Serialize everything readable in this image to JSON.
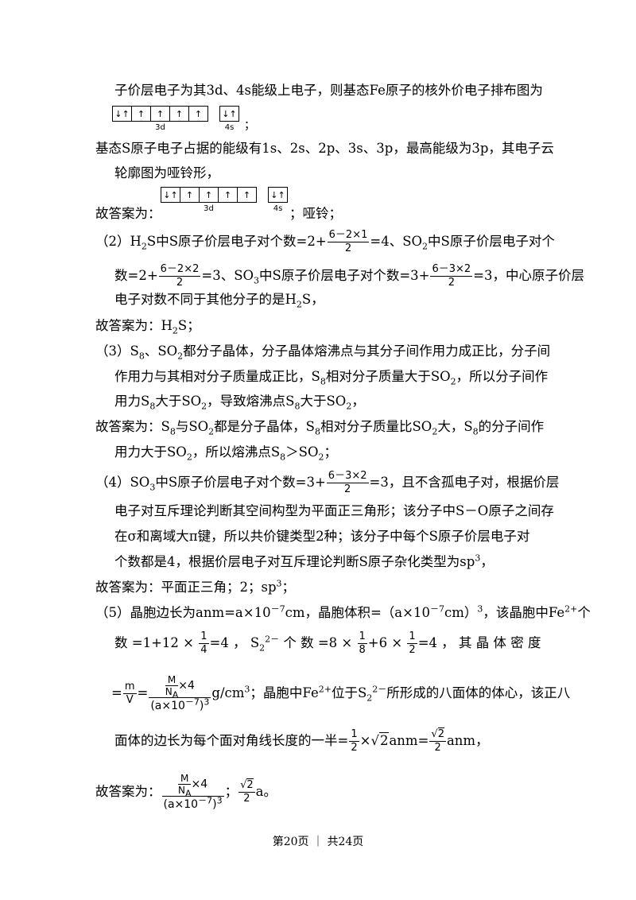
{
  "lines": {
    "l1": "子价层电子为其3d、4s能级上电子，则基态Fe原子的核外价电子排布图为",
    "l1b": "；",
    "l2": "基态S原子电子占据的能级有1s、2s、2p、3s、3p，最高能级为3p，其电子云",
    "l3": "轮廓图为哑铃形，",
    "l4a": "故答案为：",
    "l4b": "；哑铃；",
    "l5a": "（2）H",
    "l5b": "S中S原子价层电子对个数=2+",
    "l5c": "=4、SO",
    "l5d": "中S原子价层电子对个",
    "l6a": "数=2+",
    "l6b": "=3、SO",
    "l6c": "中S原子价层电子对个数=3+",
    "l6d": "=3，中心原子价层",
    "l7a": "电子对数不同于其他分子的是H",
    "l7b": "S，",
    "l8a": "故答案为：H",
    "l8b": "S；",
    "l9a": "（3）S",
    "l9b": "、SO",
    "l9c": "都分子晶体，分子晶体熔沸点与其分子间作用力成正比，分子间",
    "l10a": "作用力与其相对分子质量成正比，S",
    "l10b": "相对分子质量大于SO",
    "l10c": "，所以分子间作",
    "l11a": "用力S",
    "l11b": "大于SO",
    "l11c": "，导致熔沸点S",
    "l11d": "大于SO",
    "l11e": "，",
    "l12a": "故答案为：S",
    "l12b": "与SO",
    "l12c": "都是分子晶体，S",
    "l12d": "相对分子质量比SO",
    "l12e": "大，S",
    "l12f": "的分子间作",
    "l13a": "用力大于SO",
    "l13b": "，所以熔沸点S",
    "l13c": "＞SO",
    "l13d": "；",
    "l14a": "（4）SO",
    "l14b": "中S原子价层电子对个数=3+",
    "l14c": "=3，且不含孤电子对，根据价层",
    "l15": "电子对互斥理论判断其空间构型为平面正三角形；该分子中S－O原子之间存",
    "l16": "在σ和离域大π键，所以共价键类型2种；该分子中每个S原子价层电子对",
    "l17a": "个数都是4，根据价层电子对互斥理论判断S原子杂化类型为sp",
    "l18a": "故答案为：平面正三角；2；sp",
    "l19a": "（5）晶胞边长为anm=a×10",
    "l19b": "cm，晶胞体积=（a×10",
    "l19c": "cm）",
    "l19d": "，该晶胞中Fe",
    "l19e": "个",
    "l20a": "数 =1+12 × ",
    "l20b": "=4 ， S",
    "l20c": " 个 数 =8 × ",
    "l20d": "+6 × ",
    "l20e": "=4 ， 其 晶 体 密 度",
    "l21a": "=",
    "l21b": "=",
    "l21c": "g/cm",
    "l21d": "；晶胞中Fe",
    "l21e": "位于S",
    "l21f": "所形成的八面体的体心，该正八",
    "l22a": "面体的边长为每个面对角线长度的一半=",
    "l22b": "×",
    "l22c": "anm=",
    "l22d": "anm，",
    "l23a": "故答案为：",
    "l23b": "；",
    "l23c": "a。"
  },
  "scripts": {
    "two": "2",
    "three": "3",
    "eight": "8",
    "neg7": "－7",
    "two_plus": "2+",
    "two_minus": "2－"
  },
  "fractions": {
    "f_h2s_num": "6－2×1",
    "f_h2s_den": "2",
    "f_so2_num": "6－2×2",
    "f_so2_den": "2",
    "f_so3_num": "6－3×2",
    "f_so3_den": "2",
    "f_so3b_num": "6－3×2",
    "f_so3b_den": "2",
    "f_quarter_num": "1",
    "f_quarter_den": "4",
    "f_eighth_num": "1",
    "f_eighth_den": "8",
    "f_half_num": "1",
    "f_half_den": "2",
    "f_mv_num": "m",
    "f_mv_den": "V",
    "f_rho_num_M": "M",
    "f_rho_num_NA": "N",
    "f_rho_NA_sub": "A",
    "f_rho_times4": "×4",
    "f_rho_den": "(a×10",
    "f_rho_den_exp": "－7",
    "f_rho_den_close": ")",
    "f_rho_den_cube": "3",
    "f_half2_num": "1",
    "f_half2_den": "2",
    "f_sqrt2_num": "2",
    "f_sqrt2_den": "2",
    "sqrt_sym": "√",
    "sqrt_val": "2"
  },
  "orbitals": {
    "d_boxes": [
      "↓↑",
      "↑",
      "↑",
      "↑",
      "↑"
    ],
    "s_boxes": [
      "↓↑"
    ],
    "d_label": "3d",
    "s_label": "4s"
  },
  "footer": "第20页 ｜ 共24页"
}
